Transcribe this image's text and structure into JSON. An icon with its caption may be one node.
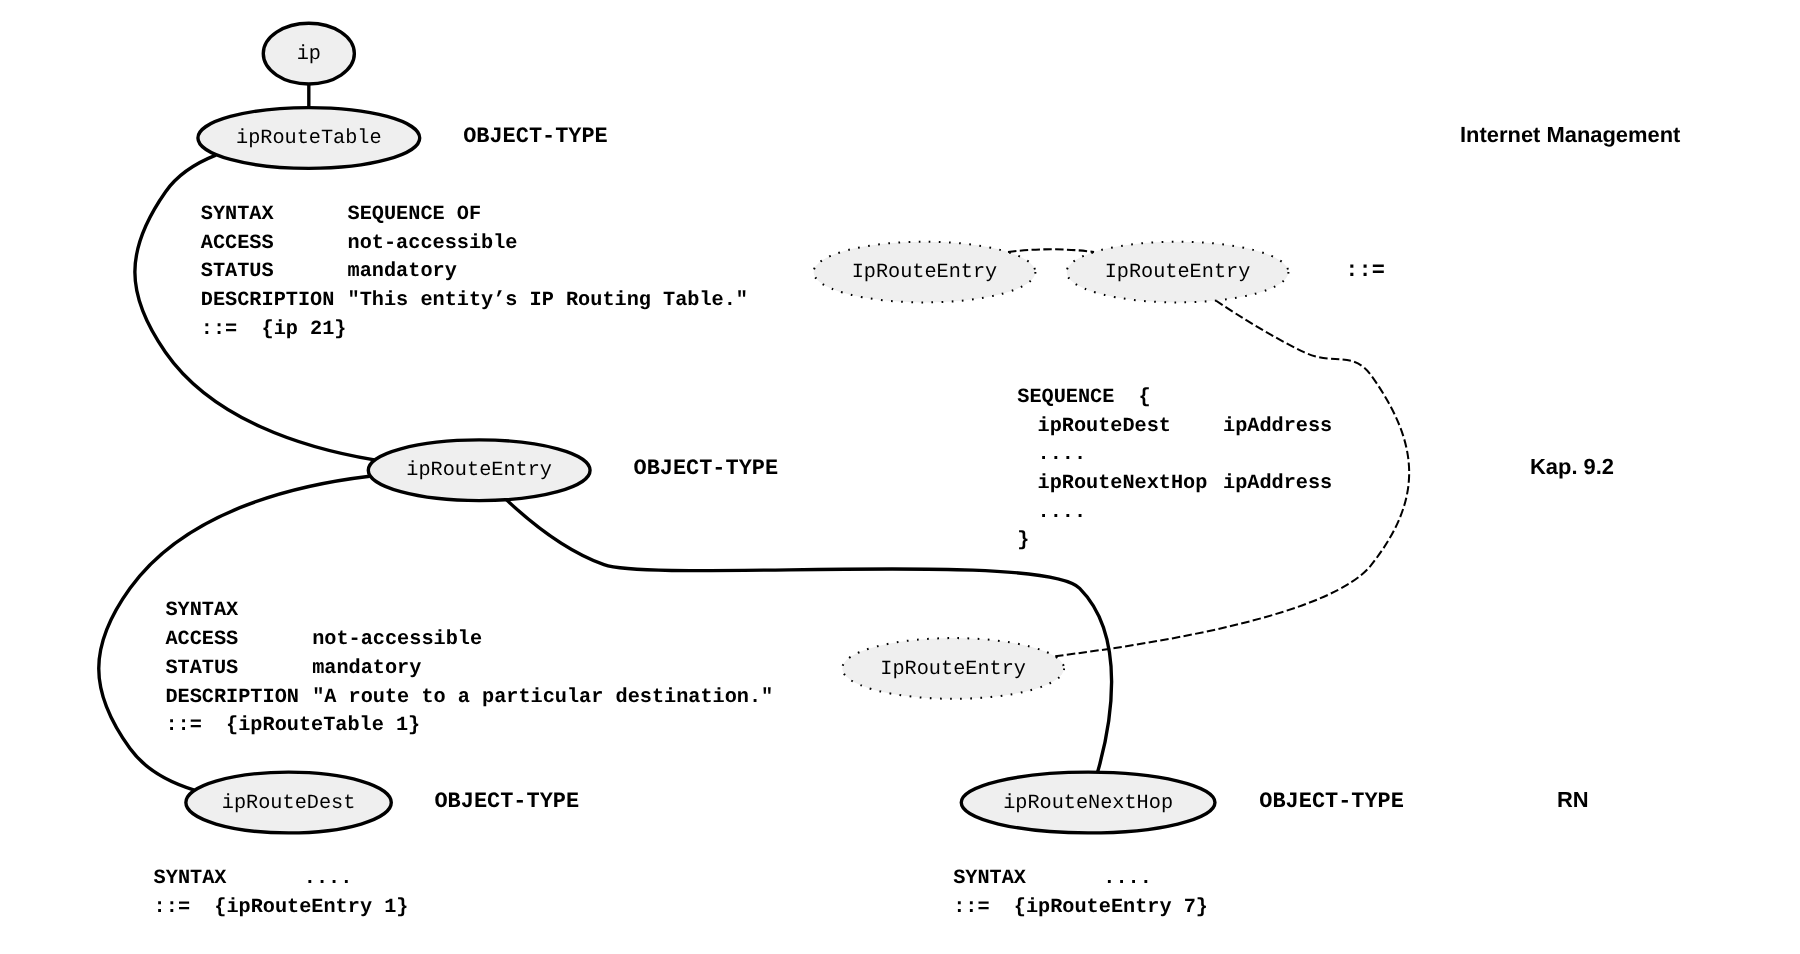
{
  "diagram": {
    "nodes": [
      {
        "text": [
          "ip"
        ]
      },
      {
        "text": [
          "ipRouteTable"
        ],
        "beside": [
          "OBJECT-TYPE"
        ]
      },
      {
        "text": [
          "IpRouteEntry"
        ]
      },
      {
        "text": [
          "IpRouteEntry"
        ],
        "beside": [
          "::="
        ]
      },
      {
        "text": [
          "ipRouteEntry"
        ],
        "beside": [
          "OBJECT-TYPE"
        ]
      },
      {
        "text": [
          "IpRouteEntry"
        ]
      },
      {
        "text": [
          "ipRouteDest"
        ],
        "beside": [
          "OBJECT-TYPE"
        ]
      },
      {
        "text": [
          "ipRouteNextHop"
        ],
        "beside": [
          "OBJECT-TYPE"
        ]
      }
    ],
    "edges": [
      {
        "from": 0,
        "to": 1,
        "arrow": "none"
      },
      {
        "from": 1,
        "to": 4,
        "arrow": "none"
      },
      {
        "from": 2,
        "to": 3,
        "arrow": "none",
        "style": "dashed"
      },
      {
        "from": 5,
        "to": 3,
        "arrow": "none",
        "style": "dashed"
      },
      {
        "from": 4,
        "to": 6,
        "arrow": "none"
      },
      {
        "from": 4,
        "to": 7,
        "arrow": "none"
      }
    ],
    "labels": [
      "SYNTAX",
      "SEQUENCE OF",
      "ACCESS",
      "not-accessible",
      "STATUS",
      "mandatory",
      "DESCRIPTION",
      "\"This entity’s IP Routing Table.\"",
      "::=  {ip 21}",
      "SEQUENCE  {",
      "ipRouteDest",
      "ipAddress",
      "....",
      "ipRouteNextHop",
      "ipAddress",
      "....",
      "}",
      "SYNTAX",
      "ACCESS",
      "not-accessible",
      "STATUS",
      "mandatory",
      "DESCRIPTION",
      "\"A route to a particular destination.\"",
      "::=  {ipRouteTable 1}",
      "SYNTAX",
      "....",
      "::=  {ipRouteEntry 1}",
      "SYNTAX",
      "....",
      "::=  {ipRouteEntry 7}",
      "Internet Management",
      "Kap. 9.2",
      "RN"
    ]
  }
}
